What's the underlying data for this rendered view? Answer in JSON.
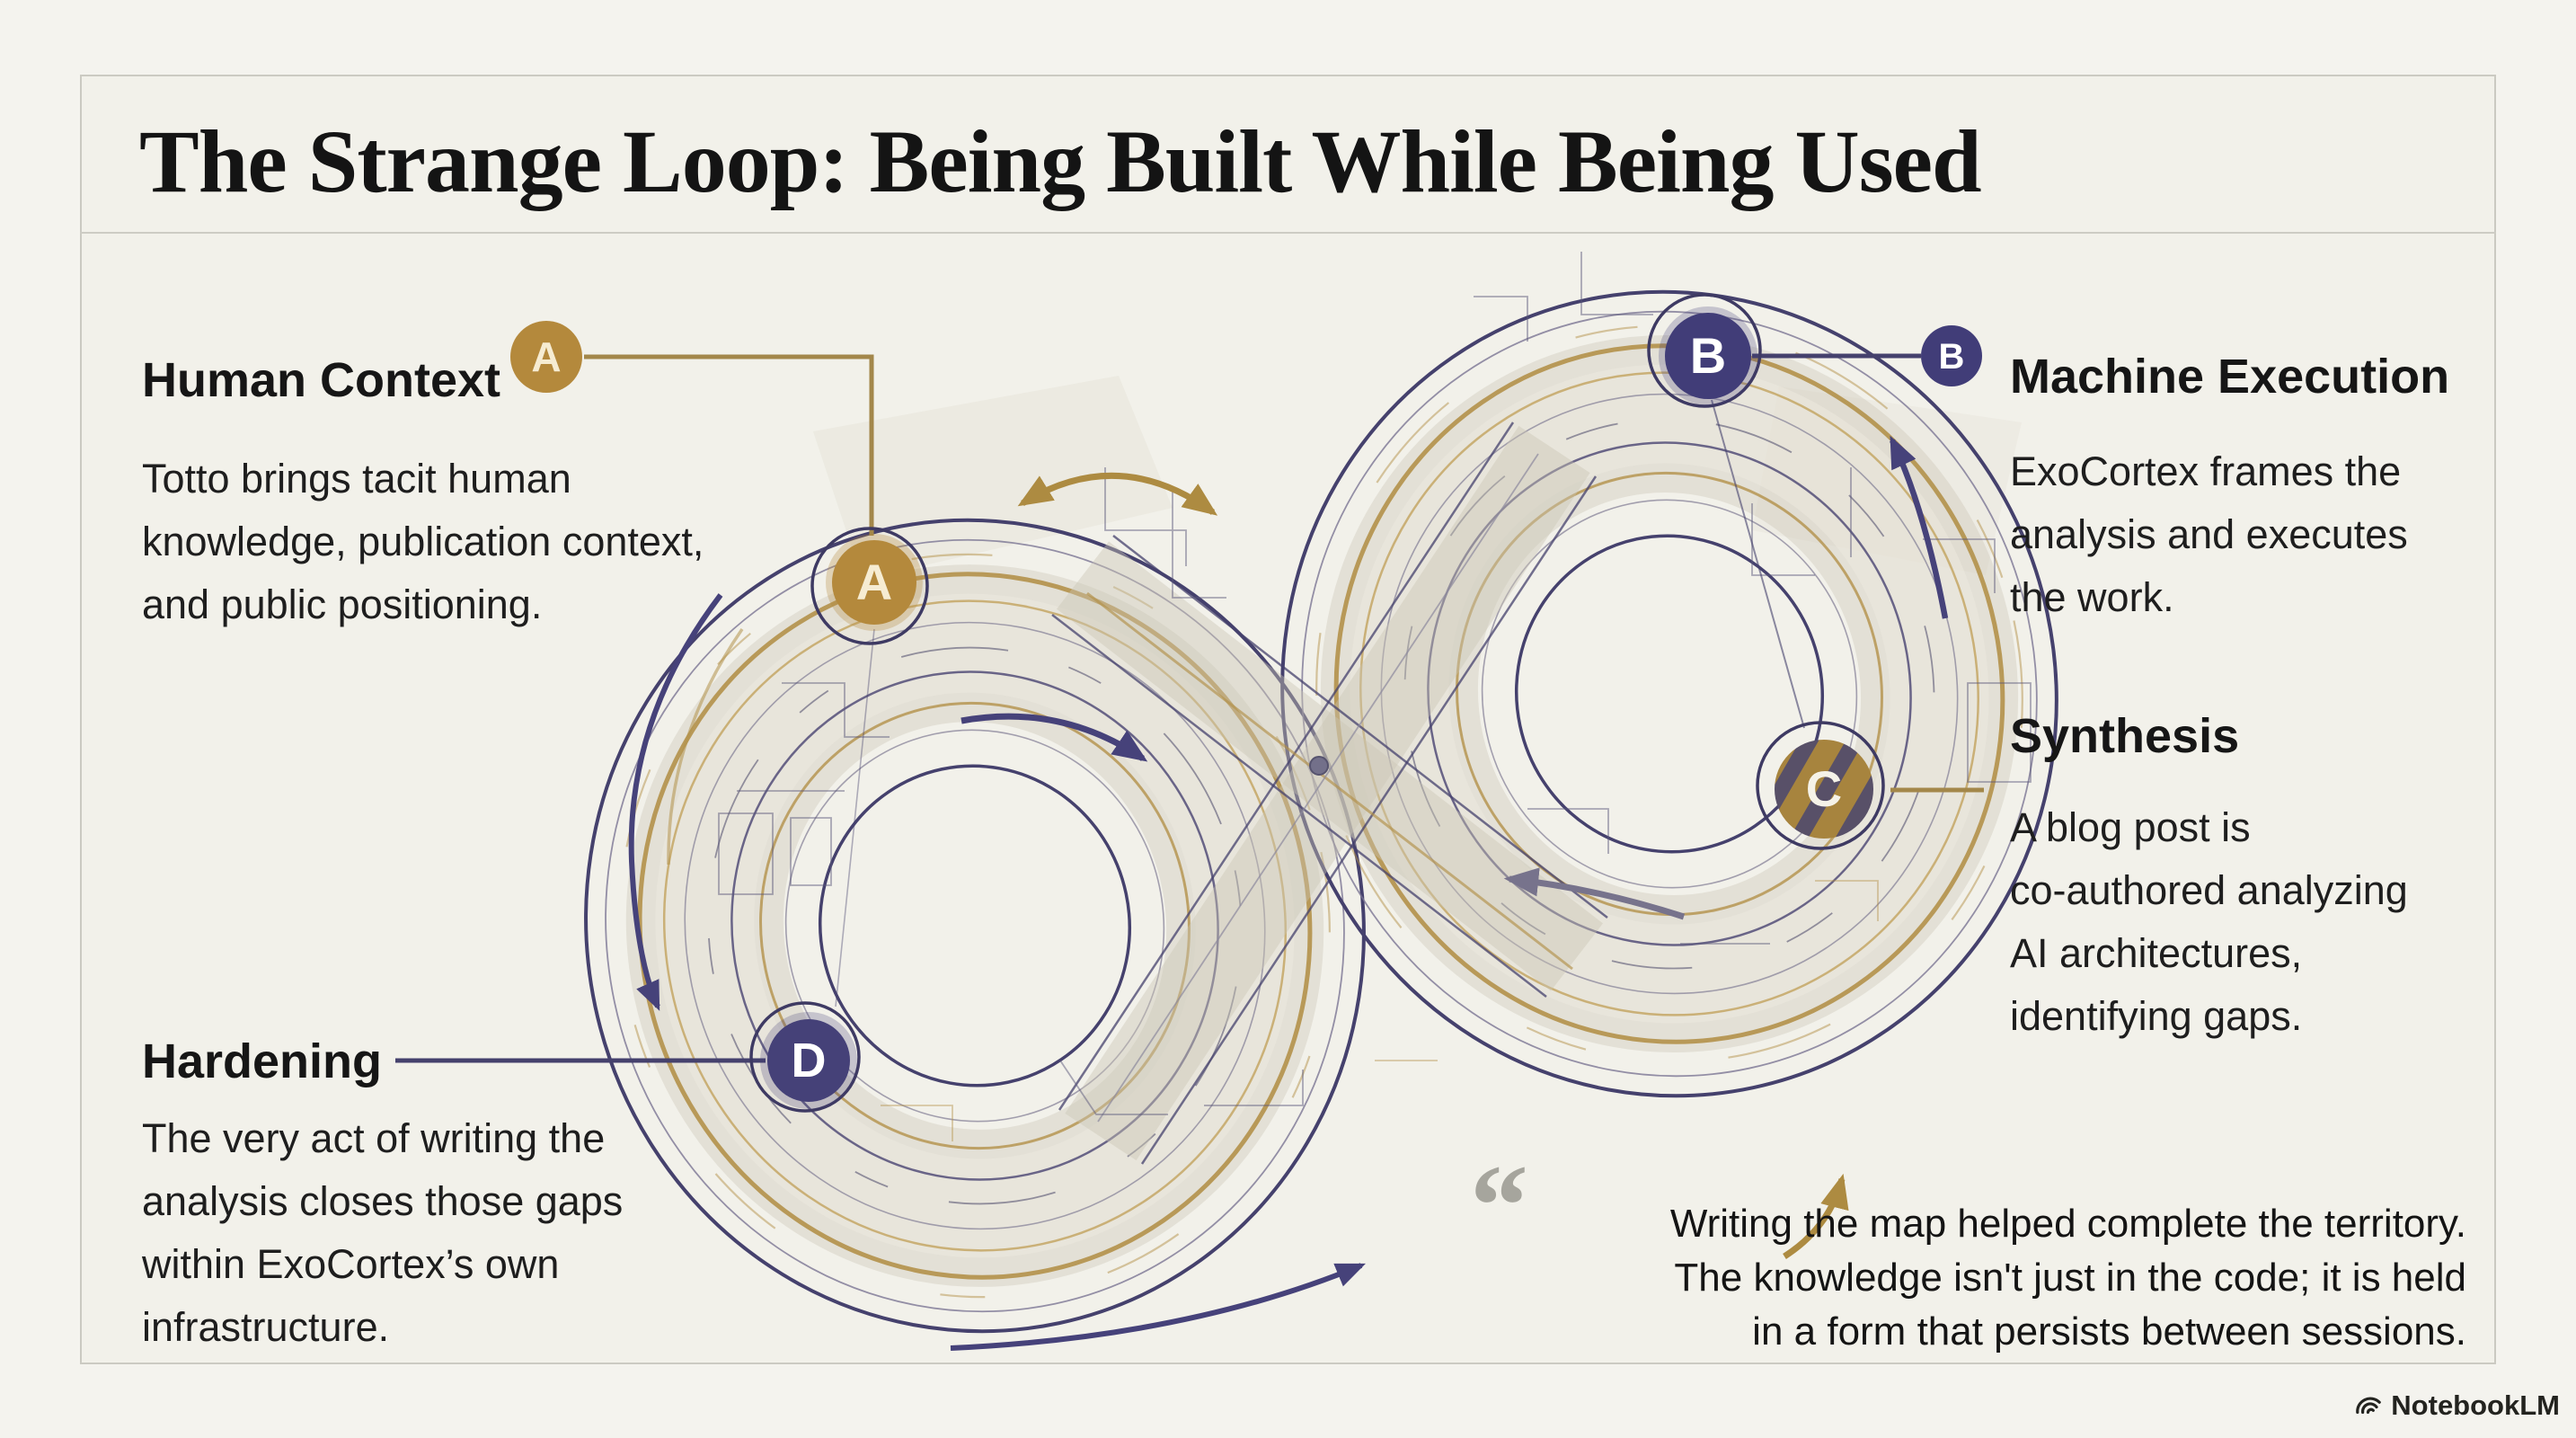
{
  "title": "The Strange Loop: Being Built While Being Used",
  "nodes": {
    "a": "A",
    "b": "B",
    "c": "C",
    "d": "D"
  },
  "badges": {
    "human_context": "A",
    "machine_execution": "B"
  },
  "annotations": {
    "human_context": {
      "heading": "Human Context",
      "lines": [
        "Totto brings tacit human",
        "knowledge, publication context,",
        "and public positioning."
      ]
    },
    "machine_execution": {
      "heading": "Machine Execution",
      "lines": [
        "ExoCortex frames the",
        "analysis and executes",
        "the work."
      ]
    },
    "synthesis": {
      "heading": "Synthesis",
      "lines": [
        "A blog post is",
        "co-authored analyzing",
        "AI architectures,",
        "identifying gaps."
      ]
    },
    "hardening": {
      "heading": "Hardening",
      "lines": [
        "The very act of writing the",
        "analysis closes those gaps",
        "within ExoCortex’s own",
        "infrastructure."
      ]
    }
  },
  "quote": {
    "mark": "“",
    "lines": [
      "Writing the map helped complete the territory.",
      "The knowledge isn't just in the code; it is held",
      "in a form that persists between sessions."
    ]
  },
  "watermark": "NotebookLM",
  "colors": {
    "gold": "#b0883c",
    "gold_line": "#a3874a",
    "navy": "#413d78",
    "navy_line": "#45416d",
    "gray_purple": "#77738c",
    "card_bg": "#f2f1ea",
    "page_bg": "#f4f3ee",
    "quote_mark": "#a6a59d"
  }
}
